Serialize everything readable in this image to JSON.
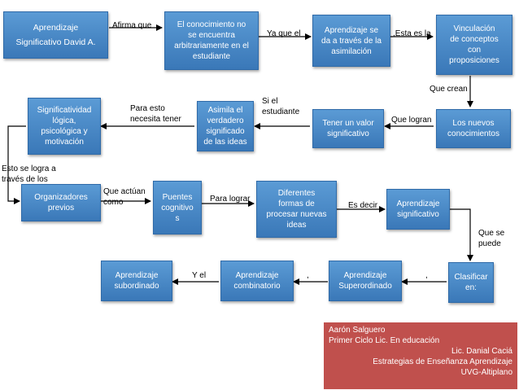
{
  "nodes": {
    "aprendizaje_significativo_ausubel": "Aprendizaje\nSignificativo David A.",
    "conocimiento_arbitrario": "El conocimiento no\nse encuentra\narbitrariamente en el\nestudiante",
    "aprendizaje_asimilacion": "Aprendizaje se\nda a través de la\nasimilación",
    "vinculacion_conceptos": "Vinculación\nde conceptos\ncon\nproposiciones",
    "nuevos_conocimientos": "Los nuevos\nconocimientos",
    "valor_significativo": "Tener un valor\nsignificativo",
    "asimila_significado": "Asimila el\nverdadero\nsignificado\nde las ideas",
    "significatividad": "Significatividad\nlógica,\npsicológica y\nmotivación",
    "organizadores_previos": "Organizadores\nprevios",
    "puentes_cognitivos": "Puentes\ncognitivo\ns",
    "formas_procesar": "Diferentes\nformas de\nprocesar nuevas\nideas",
    "aprendizaje_significativo": "Aprendizaje\nsignificativo",
    "clasificar": "Clasificar\nen:",
    "superordinado": "Aprendizaje\nSuperordinado",
    "combinatorio": "Aprendizaje\ncombinatorio",
    "subordinado": "Aprendizaje\nsubordinado"
  },
  "links": {
    "afirma_que": "Afirma que",
    "ya_que_el": "Ya que el",
    "esta_es_la": ",Esta es la",
    "que_crean": "Que crean",
    "que_logran": "Que logran",
    "si_el_estudiante": "Si el\nestudiante",
    "para_esto": "Para esto\nnecesita tener",
    "esto_se_logra": "Esto se logra a\ntravés de los",
    "que_actuan": "Que actúan\ncomo",
    "para_lograr": "Para lograr",
    "es_decir": "Es decir",
    "que_se_puede": "Que se\npuede",
    "comma_1": ",",
    "comma_2": ",",
    "y_el": "Y el"
  },
  "credits": {
    "author": "Aarón Salguero",
    "program": "Primer Ciclo Lic. En educación",
    "teacher": "Lic. Danial Caciá",
    "course": "Estrategias de Enseñanza Aprendizaje",
    "university": "UVG-Altiplano"
  },
  "colors": {
    "node_fill": "#4f8fcf",
    "credit_fill": "#c0504d",
    "arrow": "#000000"
  }
}
